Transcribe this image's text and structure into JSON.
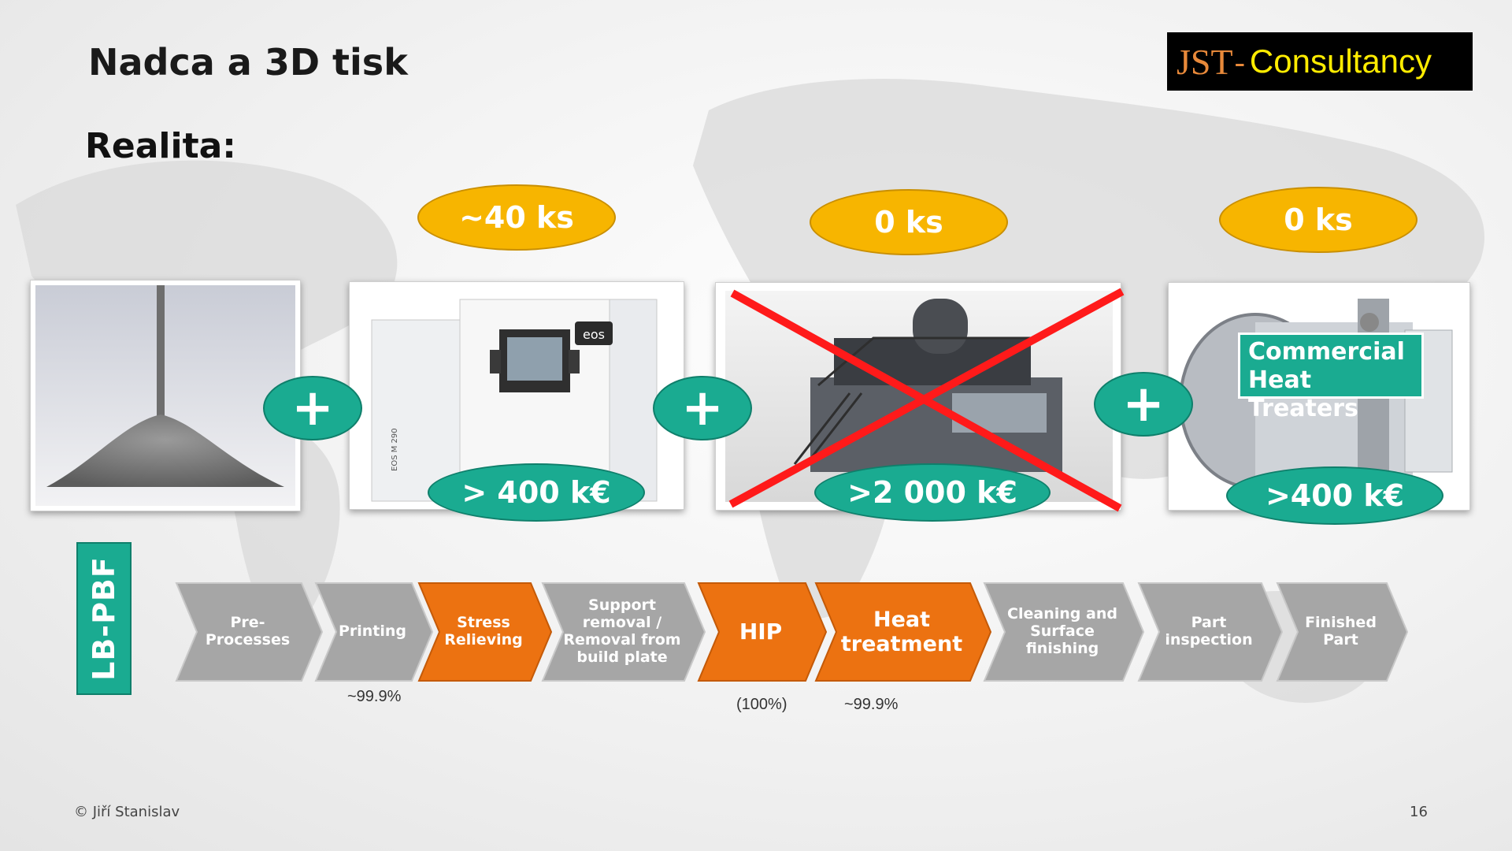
{
  "slide": {
    "title": "Nadca a 3D tisk",
    "subtitle": "Realita:",
    "logo": {
      "part1": "JST",
      "separator": "-",
      "part2": "Consultancy"
    },
    "footer": "© Jiří Stanislav",
    "page_number": "16"
  },
  "quantities": [
    "~40 ks",
    "0 ks",
    "0 ks"
  ],
  "costs": [
    "> 400 k€",
    ">2 000 k€",
    ">400 k€"
  ],
  "plus_symbol": "+",
  "heat_treater_label": "Commercial Heat Treaters",
  "machine_brand": "eos",
  "machine_model_label": "EOS M 290",
  "process_label": "LB-PBF",
  "process_steps": [
    {
      "label": "Pre-Processes",
      "highlight": false
    },
    {
      "label": "Printing",
      "highlight": false
    },
    {
      "label": "Stress Relieving",
      "highlight": true
    },
    {
      "label": "Support removal / Removal from build plate",
      "highlight": false
    },
    {
      "label": "HIP",
      "highlight": true
    },
    {
      "label": "Heat treatment",
      "highlight": true
    },
    {
      "label": "Cleaning and Surface finishing",
      "highlight": false
    },
    {
      "label": "Part inspection",
      "highlight": false
    },
    {
      "label": "Finished Part",
      "highlight": false
    }
  ],
  "step_notes": [
    "~99.9%",
    "(100%)",
    "~99.9%"
  ],
  "colors": {
    "teal": "#1aab91",
    "yellow": "#f7b500",
    "orange": "#ec7211",
    "gray_step": "#a6a6a6",
    "cross": "#ff1a1a"
  }
}
